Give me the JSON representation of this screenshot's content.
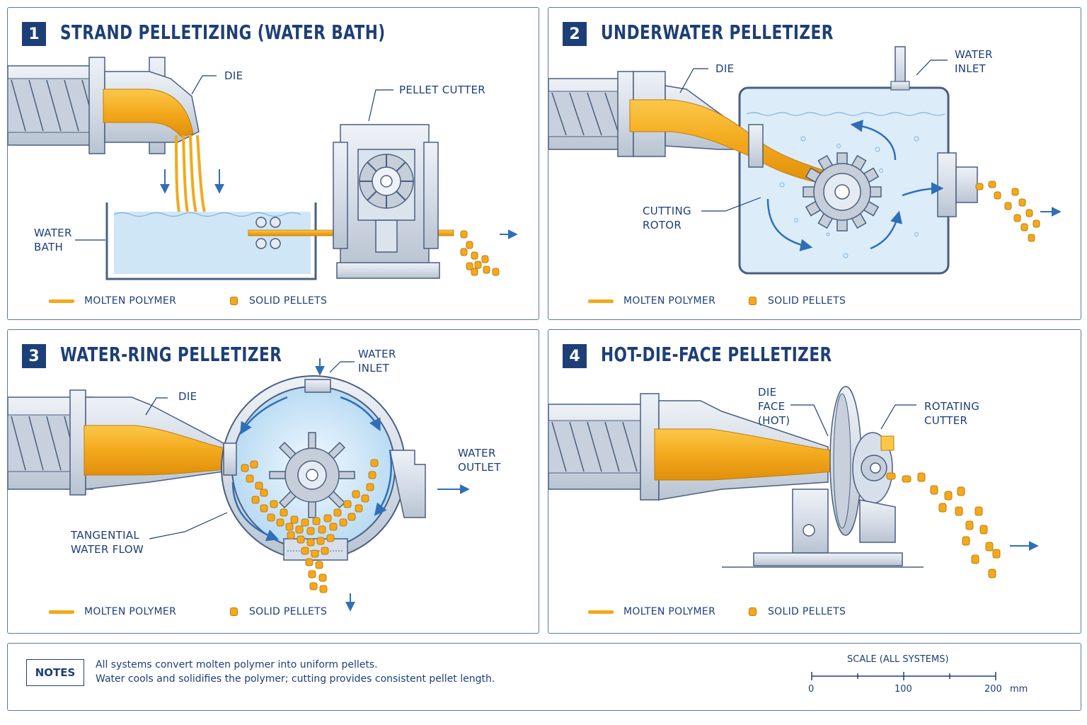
{
  "panels": [
    {
      "number": "1",
      "title": "STRAND PELLETIZING (WATER BATH)",
      "labels": {
        "die": "DIE",
        "pellet_cutter": "PELLET CUTTER",
        "water_bath_1": "WATER",
        "water_bath_2": "BATH"
      },
      "legend": {
        "molten": "MOLTEN POLYMER",
        "pellets": "SOLID PELLETS"
      }
    },
    {
      "number": "2",
      "title": "UNDERWATER PELLETIZER",
      "labels": {
        "die": "DIE",
        "water_inlet_1": "WATER",
        "water_inlet_2": "INLET",
        "cutting_rotor_1": "CUTTING",
        "cutting_rotor_2": "ROTOR"
      },
      "legend": {
        "molten": "MOLTEN POLYMER",
        "pellets": "SOLID PELLETS"
      }
    },
    {
      "number": "3",
      "title": "WATER-RING PELLETIZER",
      "labels": {
        "die": "DIE",
        "water_inlet_1": "WATER",
        "water_inlet_2": "INLET",
        "water_outlet_1": "WATER",
        "water_outlet_2": "OUTLET",
        "tangential_1": "TANGENTIAL",
        "tangential_2": "WATER FLOW"
      },
      "legend": {
        "molten": "MOLTEN POLYMER",
        "pellets": "SOLID PELLETS"
      }
    },
    {
      "number": "4",
      "title": "HOT-DIE-FACE PELLETIZER",
      "labels": {
        "die_face_1": "DIE",
        "die_face_2": "FACE",
        "die_face_3": "(HOT)",
        "rotating_cutter_1": "ROTATING",
        "rotating_cutter_2": "CUTTER"
      },
      "legend": {
        "molten": "MOLTEN POLYMER",
        "pellets": "SOLID PELLETS"
      }
    }
  ],
  "notes": {
    "badge": "NOTES",
    "line1": "All systems convert molten polymer into uniform pellets.",
    "line2": "Water cools and solidifies the polymer; cutting provides consistent pellet length."
  },
  "scale": {
    "title": "SCALE (ALL SYSTEMS)",
    "ticks": [
      "0",
      "100",
      "200"
    ],
    "unit": "mm"
  },
  "colors": {
    "ink": "#1d3f78",
    "polymer": "#f3a91c",
    "water": "#cfe6f7",
    "arrow": "#2f6fb8"
  }
}
